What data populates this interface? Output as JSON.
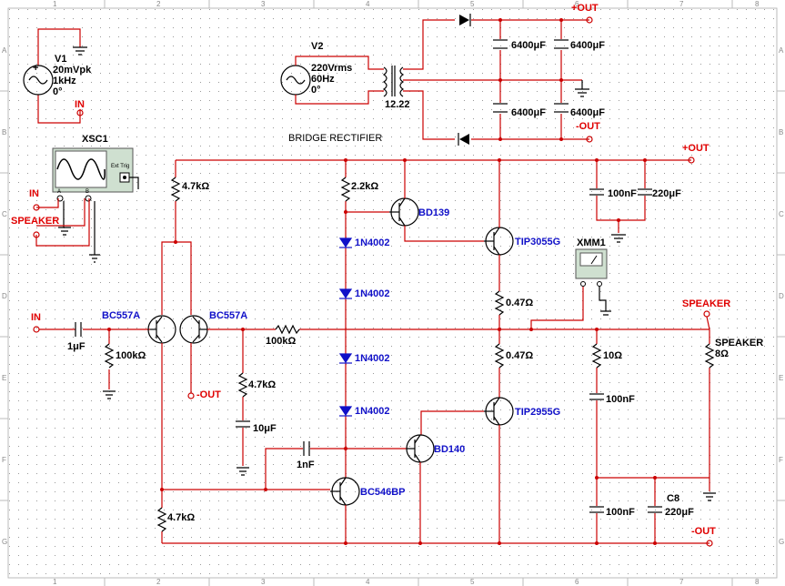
{
  "sources": {
    "v1": {
      "name": "V1",
      "amp": "20mVpk",
      "freq": "1kHz",
      "phase": "0°"
    },
    "v2": {
      "name": "V2",
      "volt": "220Vrms",
      "freq": "60Hz",
      "phase": "0°"
    }
  },
  "transformer": {
    "ratio": "12.22"
  },
  "title": "BRIDGE RECTIFIER",
  "instruments": {
    "scope": {
      "name": "XSC1",
      "ext_trig": "Ext Trig",
      "ch_a": "A",
      "ch_b": "B"
    },
    "meter": {
      "name": "XMM1"
    }
  },
  "caps": {
    "c1": "6400μF",
    "c2": "6400μF",
    "c3": "6400μF",
    "c4": "6400μF",
    "c_in": "1μF",
    "c_fb": "10μF",
    "c_miller": "1nF",
    "c_top_a": "100nF",
    "c_top_b": "220μF",
    "c_zobel": "100nF",
    "c_bot_a": "100nF",
    "c_bot_b": "220μF",
    "c8_name": "C8"
  },
  "resistors": {
    "r_in": "100kΩ",
    "r_fb": "100kΩ",
    "r_tail": "4.7kΩ",
    "r_fb_gnd": "4.7kΩ",
    "r_bias": "2.2kΩ",
    "r_vas": "4.7kΩ",
    "r_e_top": "0.47Ω",
    "r_e_bot": "0.47Ω",
    "r_zobel": "10Ω",
    "speaker_name": "SPEAKER",
    "speaker_val": "8Ω"
  },
  "semis": {
    "q1": "BC557A",
    "q2": "BC557A",
    "q3": "BD139",
    "q4": "TIP3055G",
    "q5": "TIP2955G",
    "q6": "BD140",
    "q7": "BC546BP",
    "d1": "1N4002",
    "d2": "1N4002",
    "d3": "1N4002",
    "d4": "1N4002"
  },
  "net_labels": {
    "in1": "IN",
    "in2": "IN",
    "in3": "IN",
    "speaker1": "SPEAKER",
    "speaker2": "SPEAKER",
    "pout1": "+OUT",
    "pout2": "+OUT",
    "nout1": "-OUT",
    "nout2": "-OUT",
    "nout3": "-OUT"
  },
  "ruler": {
    "top": [
      "1",
      "2",
      "3",
      "4",
      "5",
      "6",
      "7",
      "8"
    ],
    "bottom": [
      "1",
      "2",
      "3",
      "4",
      "5",
      "6",
      "7",
      "8"
    ],
    "left": [
      "A",
      "B",
      "C",
      "D",
      "E",
      "F",
      "G"
    ],
    "right": [
      "A",
      "B",
      "C",
      "D",
      "E",
      "F",
      "G"
    ]
  },
  "colors": {
    "wire": "#cc0000",
    "semiconductor_label": "#1010c8",
    "net_label": "#e00000"
  }
}
